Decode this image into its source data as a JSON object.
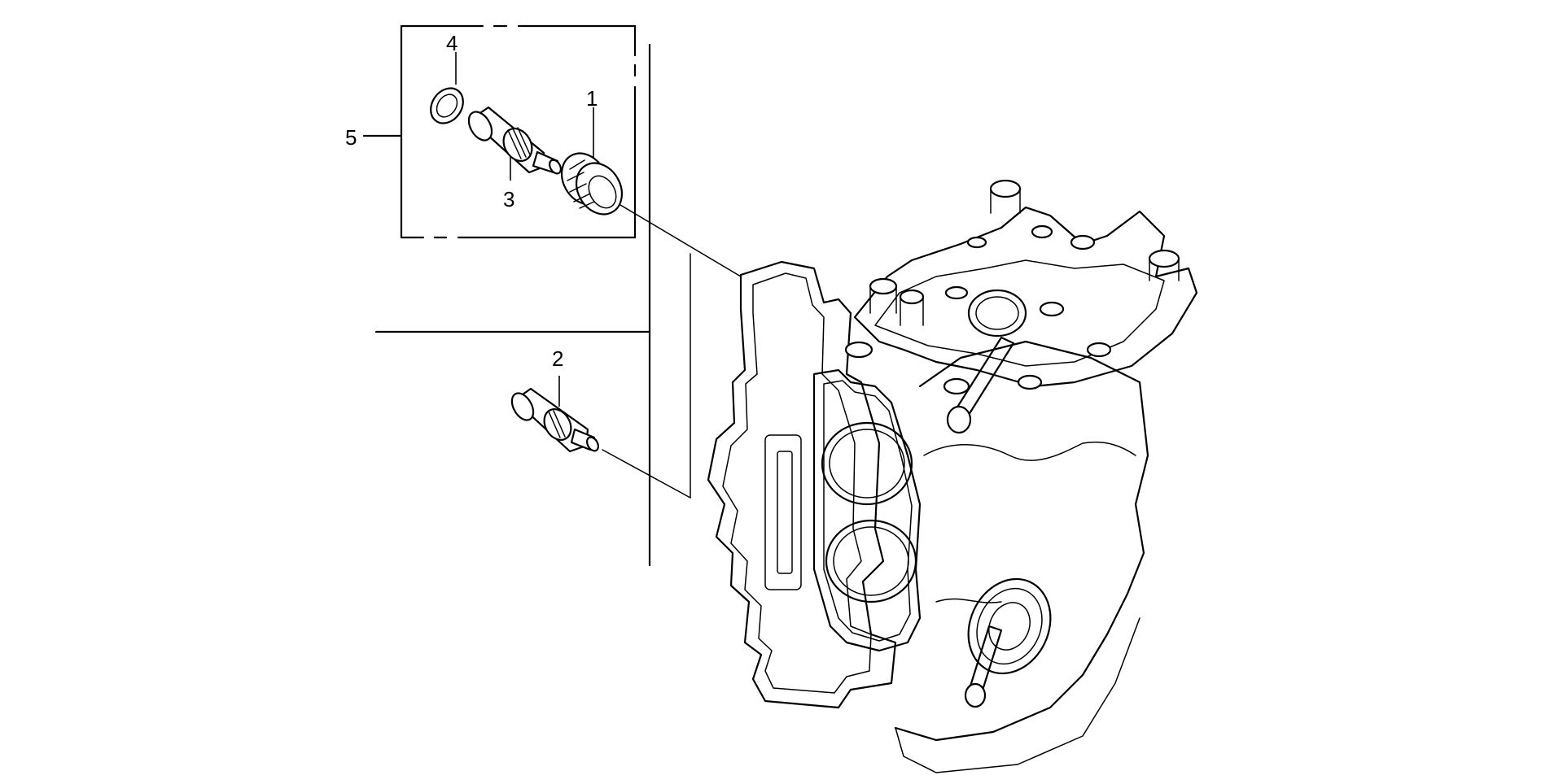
{
  "diagram": {
    "callouts": [
      {
        "id": "1",
        "text": "1"
      },
      {
        "id": "2",
        "text": "2"
      },
      {
        "id": "3",
        "text": "3"
      },
      {
        "id": "4",
        "text": "4"
      },
      {
        "id": "5",
        "text": "5"
      }
    ],
    "parts": [
      {
        "callout": "1",
        "icon": "bearing-icon"
      },
      {
        "callout": "2",
        "icon": "shaft-icon"
      },
      {
        "callout": "3",
        "icon": "shaft-assembly-icon"
      },
      {
        "callout": "4",
        "icon": "seal-ring-icon"
      },
      {
        "callout": "5",
        "icon": "kit-bracket-icon"
      }
    ],
    "colors": {
      "line": "#000000",
      "background": "#ffffff"
    }
  }
}
